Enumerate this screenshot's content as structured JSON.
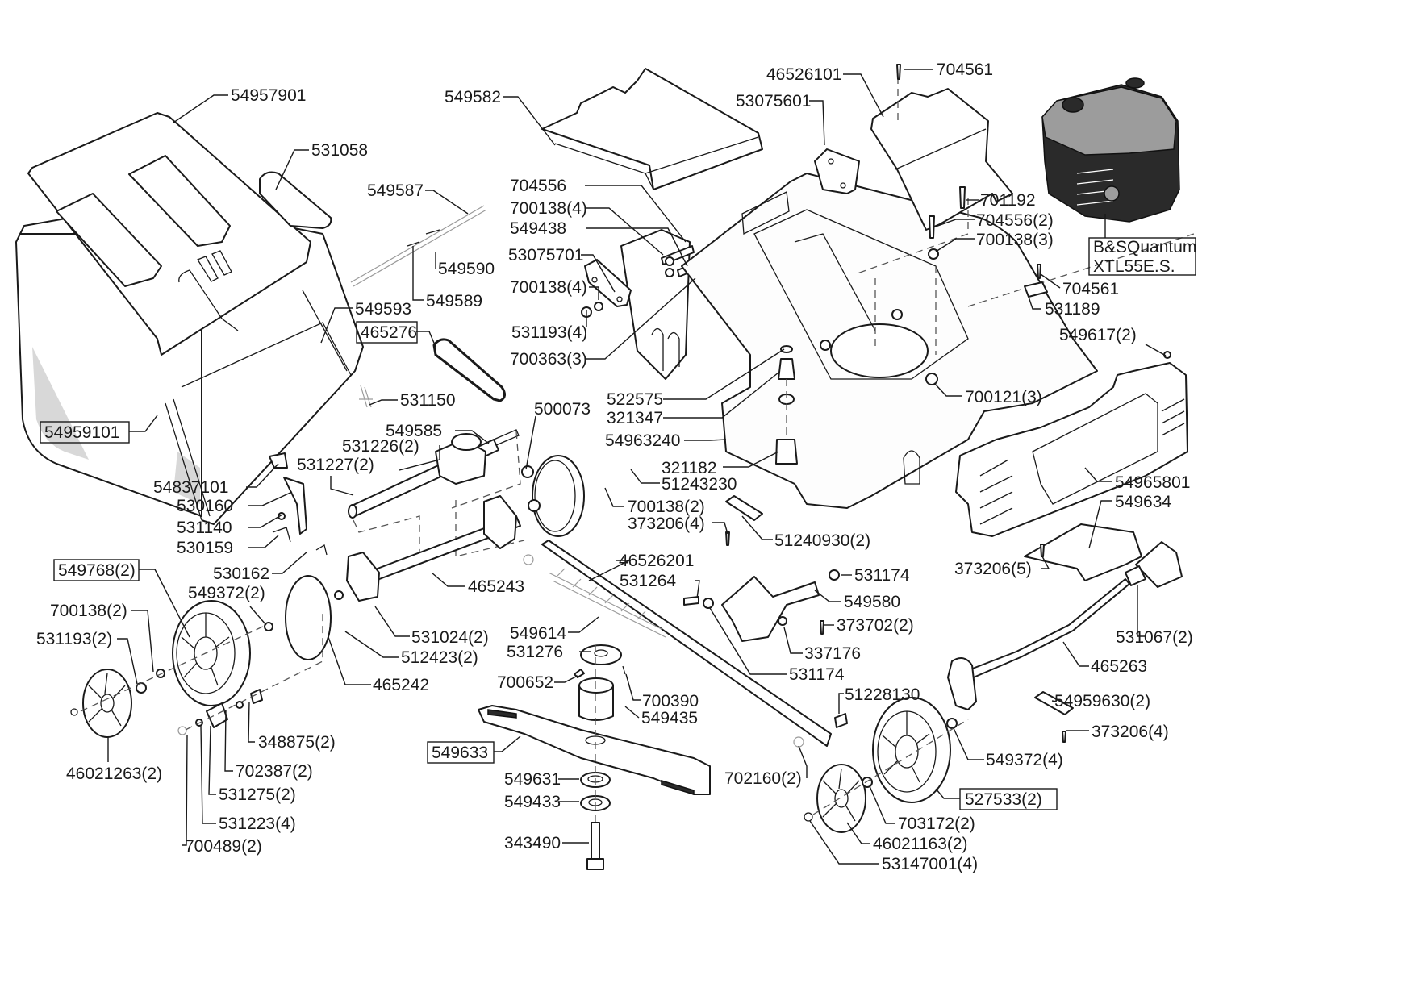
{
  "diagram": {
    "title": "Lawn mower exploded parts diagram",
    "engine_label": {
      "line1": "B&SQuantum",
      "line2": "XTL55E.S."
    },
    "labels": {
      "p54957901": "54957901",
      "p531058": "531058",
      "p549587": "549587",
      "p549590": "549590",
      "p549589": "549589",
      "p549593": "549593",
      "p465276": "465276",
      "p531150": "531150",
      "p54959101": "54959101",
      "p549585": "549585",
      "p531226": "531226(2)",
      "p531227": "531227(2)",
      "p54837101": "54837101",
      "p530160": "530160",
      "p531140": "531140",
      "p530159": "530159",
      "p530162": "530162",
      "p549582": "549582",
      "p704556": "704556",
      "p700138_4a": "700138(4)",
      "p549438": "549438",
      "p53075701": "53075701",
      "p700138_4b": "700138(4)",
      "p531193_4": "531193(4)",
      "p700363": "700363(3)",
      "p46526101": "46526101",
      "p53075601": "53075601",
      "p704561_top": "704561",
      "p701192": "701192",
      "p704556_2": "704556(2)",
      "p700138_3": "700138(3)",
      "p704561_mid": "704561",
      "p531189": "531189",
      "p549617": "549617(2)",
      "p700121": "700121(3)",
      "p522575": "522575",
      "p321347": "321347",
      "p54963240": "54963240",
      "p500073": "500073",
      "p321182": "321182",
      "p51243230": "51243230",
      "p700138_2a": "700138(2)",
      "p373206_4a": "373206(4)",
      "p51240930": "51240930(2)",
      "p54965801": "54965801",
      "p549634": "549634",
      "p373206_5": "373206(5)",
      "p549768": "549768(2)",
      "p549372_2": "549372(2)",
      "p700138_2b": "700138(2)",
      "p531193_2": "531193(2)",
      "p465243": "465243",
      "p531024": "531024(2)",
      "p512423": "512423(2)",
      "p465242": "465242",
      "p348875": "348875(2)",
      "p702387": "702387(2)",
      "p531275": "531275(2)",
      "p531223": "531223(4)",
      "p700489": "700489(2)",
      "p46021263": "46021263(2)",
      "p46526201": "46526201",
      "p531264": "531264",
      "p549614": "549614",
      "p531276": "531276",
      "p700652": "700652",
      "p700390": "700390",
      "p549435": "549435",
      "p549633": "549633",
      "p549631": "549631",
      "p549433": "549433",
      "p343490": "343490",
      "p531174a": "531174",
      "p549580": "549580",
      "p373702": "373702(2)",
      "p337176": "337176",
      "p531174b": "531174",
      "p51228130": "51228130",
      "p702160": "702160(2)",
      "p531067": "531067(2)",
      "p465263": "465263",
      "p54959630": "54959630(2)",
      "p373206_4b": "373206(4)",
      "p549372_4": "549372(4)",
      "p527533": "527533(2)",
      "p703172": "703172(2)",
      "p46021163": "46021163(2)",
      "p53147001": "53147001(4)"
    }
  }
}
